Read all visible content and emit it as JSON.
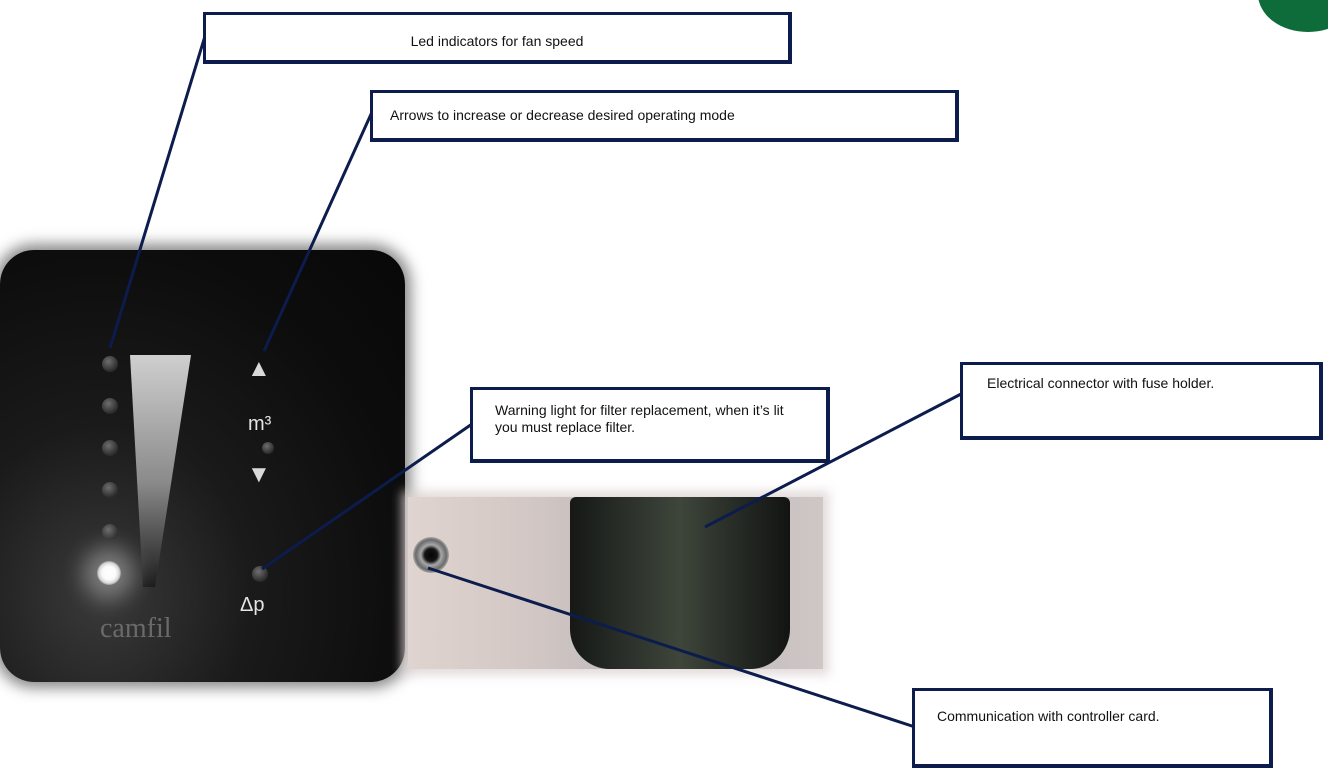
{
  "callouts": {
    "led_indicators": "Led indicators for fan speed",
    "arrows": "Arrows to increase or decrease desired operating mode",
    "warning_light": "Warning light for filter replacement, when it’s lit you must replace filter.",
    "electrical_connector": "Electrical connector with fuse holder.",
    "communication": "Communication with controller card."
  },
  "panel": {
    "up_arrow": "▲",
    "down_arrow": "▼",
    "airflow_label": "m³",
    "pressure_label": "Δp",
    "brand": "camfil"
  },
  "colors": {
    "callout_border": "#0b1c4d",
    "leader_line": "#0b1c4d",
    "badge": "#0e6b3a"
  }
}
